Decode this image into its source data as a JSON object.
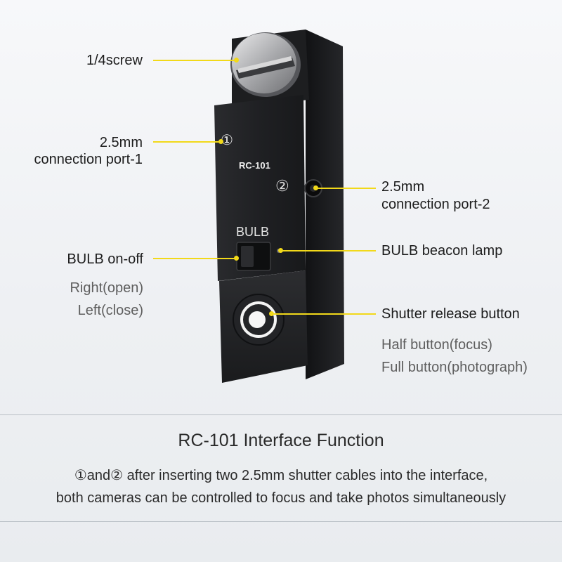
{
  "device": {
    "model": "RC-101",
    "bulb_marking": "BULB",
    "port1_mark": "①",
    "port2_mark": "②"
  },
  "labels": {
    "screw": "1/4screw",
    "port1_line1": "2.5mm",
    "port1_line2": "connection port-1",
    "port2_line1": "2.5mm",
    "port2_line2": "connection port-2",
    "bulb_switch": "BULB on-off",
    "bulb_right": "Right(open)",
    "bulb_left": "Left(close)",
    "bulb_lamp": "BULB beacon lamp",
    "shutter": "Shutter release button",
    "shutter_half": "Half button(focus)",
    "shutter_full": "Full button(photograph)"
  },
  "footer": {
    "title": "RC-101 Interface Function",
    "line1": "①and② after inserting two 2.5mm shutter cables into the interface,",
    "line2": "both cameras can be controlled to focus and take photos simultaneously"
  },
  "colors": {
    "leader": "#f2d91a",
    "device_body": "#1e1f21",
    "button_ring": "#ffffff"
  }
}
